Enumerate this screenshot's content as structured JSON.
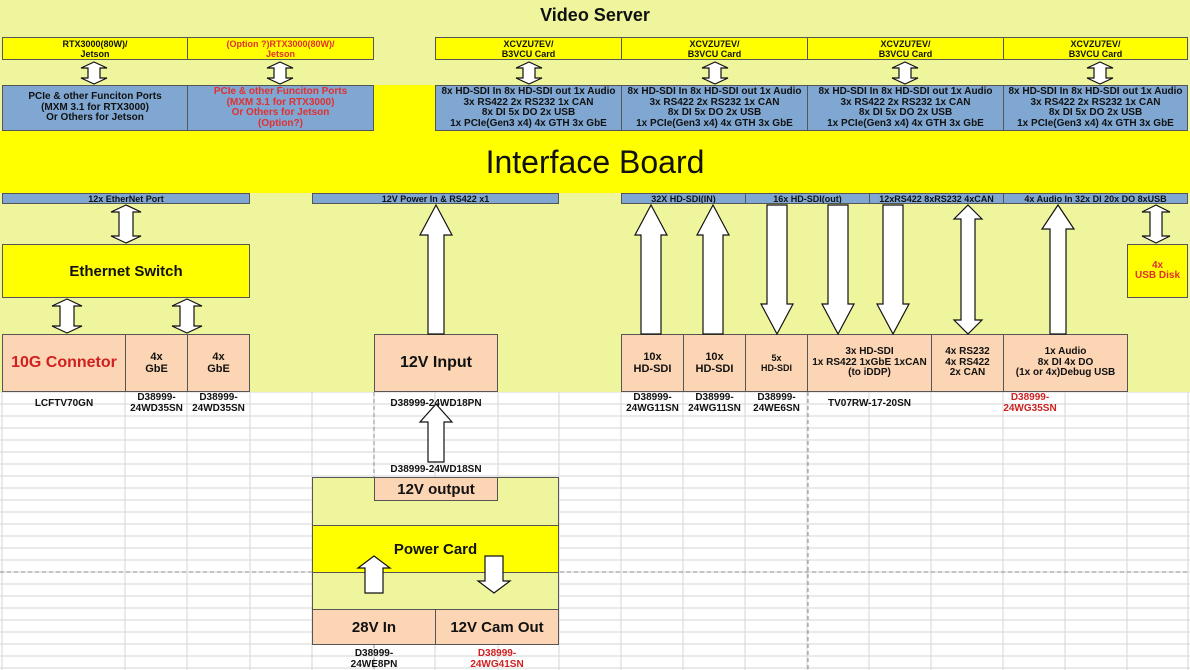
{
  "title": "Video Server",
  "top_modules": [
    {
      "lines": [
        "RTX3000(80W)/",
        "Jetson"
      ],
      "red": false
    },
    {
      "lines": [
        "(Option ?)RTX3000(80W)/",
        "Jetson"
      ],
      "red": true
    },
    {
      "lines": [
        "XCVZU7EV/",
        "B3VCU Card"
      ],
      "red": false
    },
    {
      "lines": [
        "XCVZU7EV/",
        "B3VCU Card"
      ],
      "red": false
    },
    {
      "lines": [
        "XCVZU7EV/",
        "B3VCU Card"
      ],
      "red": false
    },
    {
      "lines": [
        "XCVZU7EV/",
        "B3VCU Card"
      ],
      "red": false
    }
  ],
  "port_boxes": [
    {
      "lines": [
        "PCIe & other Funciton Ports",
        "(MXM 3.1 for RTX3000)",
        "Or Others for Jetson"
      ],
      "red": false
    },
    {
      "lines": [
        "PCIe & other Funciton Ports",
        "(MXM 3.1 for RTX3000)",
        "Or Others for Jetson",
        "(Option?)"
      ],
      "red": true
    },
    {
      "lines": [
        "8x HD-SDI In 8x HD-SDI out 1x Audio",
        "3x RS422 2x RS232 1x CAN",
        "8x DI 5x DO 2x USB",
        "1x PCIe(Gen3 x4) 4x GTH 3x GbE"
      ],
      "red": false
    },
    {
      "lines": [
        "8x HD-SDI In 8x HD-SDI out 1x Audio",
        "3x RS422 2x RS232 1x CAN",
        "8x DI 5x DO 2x USB",
        "1x PCIe(Gen3 x4) 4x GTH 3x GbE"
      ],
      "red": false
    },
    {
      "lines": [
        "8x HD-SDI In 8x HD-SDI out 1x Audio",
        "3x RS422 2x RS232 1x CAN",
        "8x DI 5x DO 2x USB",
        "1x PCIe(Gen3 x4) 4x GTH 3x GbE"
      ],
      "red": false
    },
    {
      "lines": [
        "8x HD-SDI In 8x HD-SDI out 1x Audio",
        "3x RS422 2x RS232 1x CAN",
        "8x DI 5x DO 2x USB",
        "1x PCIe(Gen3 x4) 4x GTH 3x GbE"
      ],
      "red": false
    }
  ],
  "interface_board": "Interface Board",
  "strips": [
    "12x EtherNet Port",
    "12V Power In & RS422 x1",
    "32X HD-SDI(IN)",
    "16x HD-SDI(out)",
    "12xRS422 8xRS232 4xCAN",
    "4x Audio In 32x DI 20x DO 8xUSB"
  ],
  "ethernet_switch": "Ethernet Switch",
  "usb_disk": [
    "4x",
    "USB Disk"
  ],
  "connectors": [
    {
      "lines": [
        "10G Connetor"
      ],
      "code": [
        "LCFTV70GN"
      ],
      "red_label": true,
      "red_code": false
    },
    {
      "lines": [
        "4x",
        "GbE"
      ],
      "code": [
        "D38999-",
        "24WD35SN"
      ],
      "red_label": false,
      "red_code": false
    },
    {
      "lines": [
        "4x",
        "GbE"
      ],
      "code": [
        "D38999-",
        "24WD35SN"
      ],
      "red_label": false,
      "red_code": false
    },
    {
      "lines": [
        "12V Input"
      ],
      "code": [
        "D38999-24WD18PN"
      ],
      "red_label": false,
      "red_code": false
    },
    {
      "lines": [
        "10x",
        "HD-SDI"
      ],
      "code": [
        "D38999-",
        "24WG11SN"
      ],
      "red_label": false,
      "red_code": false
    },
    {
      "lines": [
        "10x",
        "HD-SDI"
      ],
      "code": [
        "D38999-",
        "24WG11SN"
      ],
      "red_label": false,
      "red_code": false
    },
    {
      "lines": [
        "5x",
        "HD-SDI"
      ],
      "code": [
        "D38999-",
        "24WE6SN"
      ],
      "red_label": false,
      "red_code": false
    },
    {
      "lines": [
        "3x HD-SDI",
        "1x RS422 1xGbE 1xCAN",
        "(to iDDP)"
      ],
      "code": [
        "TV07RW-17-20SN"
      ],
      "red_label": false,
      "red_code": false
    },
    {
      "lines": [
        "4x RS232",
        "4x RS422",
        "2x CAN"
      ],
      "code": [],
      "red_label": false,
      "red_code": false
    },
    {
      "lines": [
        "1x Audio",
        "8x DI 4x DO",
        "(1x or 4x)Debug USB"
      ],
      "code": [
        "D38999-",
        "24WG35SN"
      ],
      "red_label": false,
      "red_code": true
    }
  ],
  "power": {
    "code_top": "D38999-24WD18SN",
    "output": "12V output",
    "card": "Power Card",
    "in28": "28V In",
    "cam_out": "12V Cam Out",
    "in28_code": [
      "D38999-",
      "24WE8PN"
    ],
    "cam_code": [
      "D38999-",
      "24WG41SN"
    ]
  },
  "colors": {
    "yellow": "#ffff00",
    "pale_yellow": "#eef59c",
    "blue": "#7fa7d2",
    "peach": "#fcd5b4",
    "red": "#e03030"
  }
}
